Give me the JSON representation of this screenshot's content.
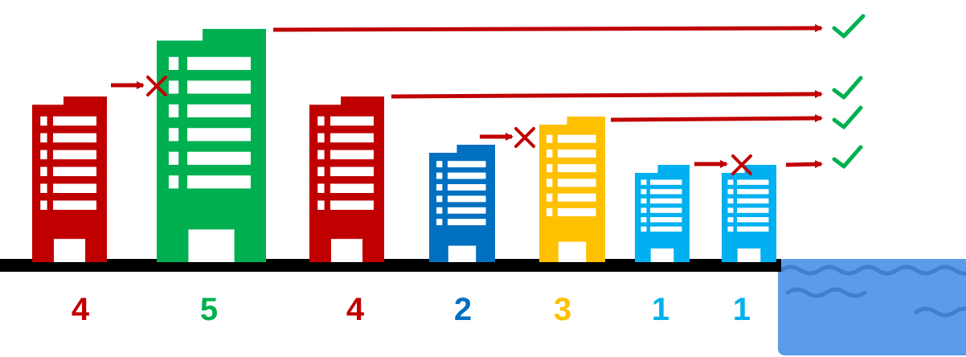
{
  "colors": {
    "red": "#C00000",
    "green": "#00B050",
    "dark_blue": "#0070C0",
    "yellow": "#FFC000",
    "light_blue": "#00B0F0",
    "ground": "#000000",
    "arrow": "#C00000",
    "check": "#00B050",
    "cross": "#C00000",
    "water": "#5B9BE8",
    "wave": "#3F7FD0"
  },
  "buildings": [
    {
      "id": "building-1",
      "height_value": 4,
      "label": "4",
      "color_key": "red",
      "view": "blocked"
    },
    {
      "id": "building-2",
      "height_value": 5,
      "label": "5",
      "color_key": "green",
      "view": "ocean-view"
    },
    {
      "id": "building-3",
      "height_value": 4,
      "label": "4",
      "color_key": "red",
      "view": "ocean-view"
    },
    {
      "id": "building-4",
      "height_value": 2,
      "label": "2",
      "color_key": "dark_blue",
      "view": "blocked"
    },
    {
      "id": "building-5",
      "height_value": 3,
      "label": "3",
      "color_key": "yellow",
      "view": "ocean-view"
    },
    {
      "id": "building-6",
      "height_value": 1,
      "label": "1",
      "color_key": "light_blue",
      "view": "blocked"
    },
    {
      "id": "building-7",
      "height_value": 1,
      "label": "1",
      "color_key": "light_blue",
      "view": "ocean-view"
    }
  ],
  "icons": {
    "check": "check-icon",
    "cross": "cross-icon",
    "arrow": "arrow-icon",
    "water": "ocean-icon"
  }
}
